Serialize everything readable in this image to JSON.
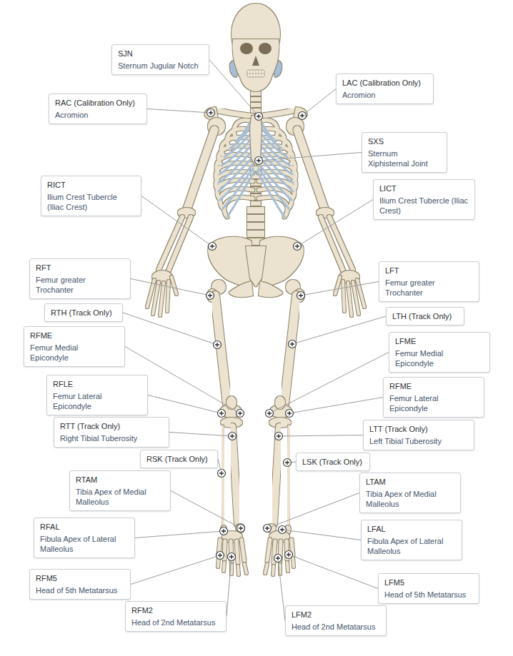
{
  "diagram": {
    "nodes": [
      {
        "text": [
          "SJN",
          "Sternum Jugular Notch"
        ]
      },
      {
        "text": [
          "LAC (Calibration Only)",
          "Acromion"
        ]
      },
      {
        "text": [
          "RAC (Calibration Only)",
          "Acromion"
        ]
      },
      {
        "text": [
          "SXS",
          "Sternum Xiphisternal Joint"
        ]
      },
      {
        "text": [
          "RICT",
          "Ilium Crest Tubercle (Iliac Crest)"
        ]
      },
      {
        "text": [
          "LICT",
          "Ilium Crest Tubercle (Iliac Crest)"
        ]
      },
      {
        "text": [
          "RFT",
          "Femur greater Trochanter"
        ]
      },
      {
        "text": [
          "LFT",
          "Femur greater Trochanter"
        ]
      },
      {
        "text": [
          "RTH (Track Only)"
        ]
      },
      {
        "text": [
          "LTH (Track Only)"
        ]
      },
      {
        "text": [
          "RFME",
          "Femur Medial Epicondyle"
        ]
      },
      {
        "text": [
          "LFME",
          "Femur Medial Epicondyle"
        ]
      },
      {
        "text": [
          "RFLE",
          "Femur Lateral Epicondyle"
        ]
      },
      {
        "text": [
          "RFME",
          "Femur Lateral Epicondyle"
        ]
      },
      {
        "text": [
          "RTT (Track Only)",
          "Right Tibial Tuberosity"
        ]
      },
      {
        "text": [
          "LTT (Track Only)",
          "Left Tibial Tuberosity"
        ]
      },
      {
        "text": [
          "LSK (Track Only)"
        ]
      },
      {
        "text": [
          "RSK (Track Only)"
        ]
      },
      {
        "text": [
          "RTAM",
          "Tibia Apex of Medial Malleolus"
        ]
      },
      {
        "text": [
          "LTAM",
          "Tibia Apex of Medial Malleolus"
        ]
      },
      {
        "text": [
          "RFAL",
          "Fibula Apex of Lateral Malleolus"
        ]
      },
      {
        "text": [
          "LFAL",
          "Fibula Apex of Lateral Malleolus"
        ]
      },
      {
        "text": [
          "RFM5",
          "Head of 5th Metatarsus"
        ]
      },
      {
        "text": [
          "LFM5",
          "Head of 5th Metatarsus"
        ]
      },
      {
        "text": [
          "RFM2",
          "Head of 2nd Metatarsus"
        ]
      },
      {
        "text": [
          "LFM2",
          "Head of 2nd Metatarsus"
        ]
      }
    ]
  }
}
